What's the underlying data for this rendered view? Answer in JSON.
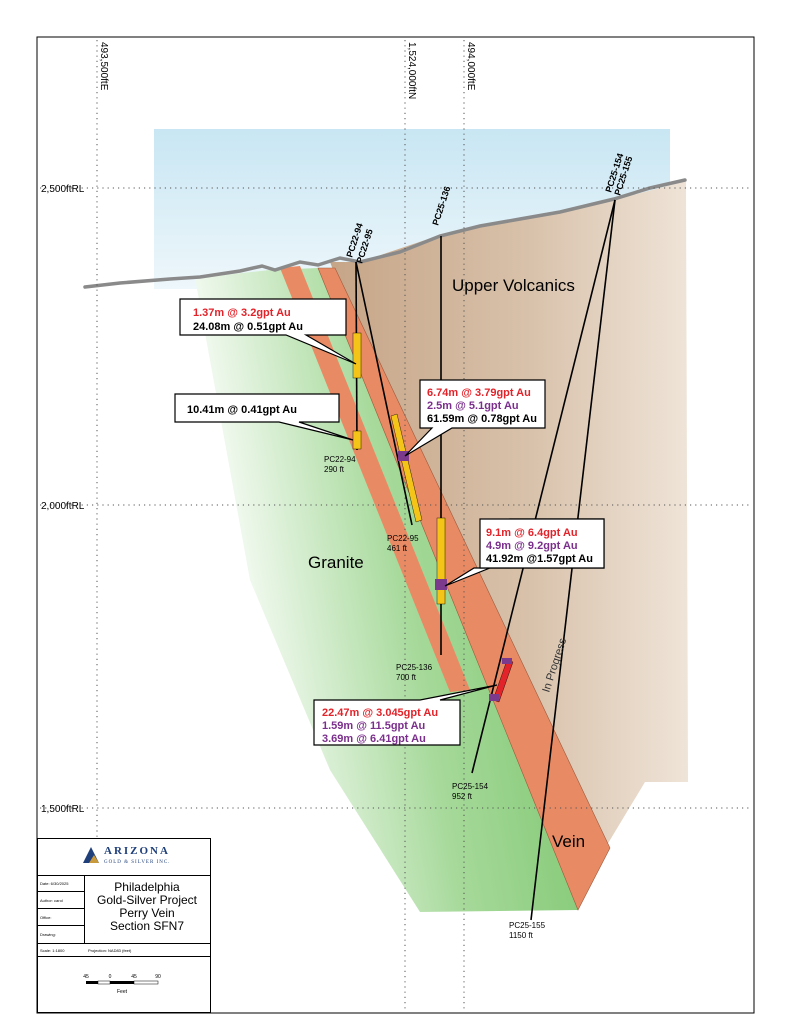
{
  "colors": {
    "sky": "#cfe8f4",
    "upper_volcanics": "#d3b9a1",
    "vein": "#e88a64",
    "granite": "#8fcf7a",
    "intercept_yellow": "#f5c419",
    "intercept_purple": "#7b3a8c",
    "intercept_red": "#e2232a",
    "grade_red": "#e2232a",
    "grade_purple": "#7b2f8c",
    "grade_black": "#000000"
  },
  "grid": {
    "easting_labels": [
      "493,500ftE",
      "1,524,000ftN",
      "494,000ftE"
    ],
    "elevation_labels": [
      "2,500ftRL",
      "2,000ftRL",
      "1,500ftRL"
    ]
  },
  "units": {
    "upper_volcanics": "Upper Volcanics",
    "granite": "Granite",
    "vein": "Vein"
  },
  "collars": {
    "pc22_94": "PC22-94",
    "pc22_95": "PC22-95",
    "pc25_136": "PC25-136",
    "pc25_154": "PC25-154",
    "pc25_155": "PC25-155"
  },
  "holes": [
    {
      "name": "PC22-94",
      "depth": "290 ft"
    },
    {
      "name": "PC22-95",
      "depth": "461 ft"
    },
    {
      "name": "PC25-136",
      "depth": "700 ft"
    },
    {
      "name": "PC25-154",
      "depth": "952 ft"
    },
    {
      "name": "PC25-155",
      "depth": "1150 ft"
    }
  ],
  "in_progress": "In Progress",
  "callouts": {
    "c1": {
      "l1": "1.37m @ 3.2gpt Au",
      "l2": "24.08m @ 0.51gpt Au"
    },
    "c2": {
      "l1": "10.41m @ 0.41gpt Au"
    },
    "c3": {
      "l1": "6.74m @ 3.79gpt Au",
      "l2": "2.5m @ 5.1gpt Au",
      "l3": "61.59m @ 0.78gpt Au"
    },
    "c4": {
      "l1": "9.1m @ 6.4gpt Au",
      "l2": "4.9m @ 9.2gpt Au",
      "l3": "41.92m @1.57gpt Au"
    },
    "c5": {
      "l1": "22.47m @ 3.045gpt Au",
      "l2": "1.59m @ 11.5gpt Au",
      "l3": "3.69m @ 6.41gpt Au"
    }
  },
  "title_block": {
    "company_name": "ARIZONA",
    "company_sub": "GOLD & SILVER INC.",
    "title_lines": [
      "Philadelphia",
      "Gold-Silver Project",
      "Perry Vein",
      "Section SFN7"
    ],
    "rows": [
      "Date: 6/30/2025",
      "Author: carol",
      "Office:",
      "Drawing:",
      "Scale: 1:1800"
    ],
    "projection": "Projection: NAD83 (feet)",
    "scale_ticks": [
      "45",
      "0",
      "45",
      "90"
    ],
    "scale_unit": "Feet"
  }
}
